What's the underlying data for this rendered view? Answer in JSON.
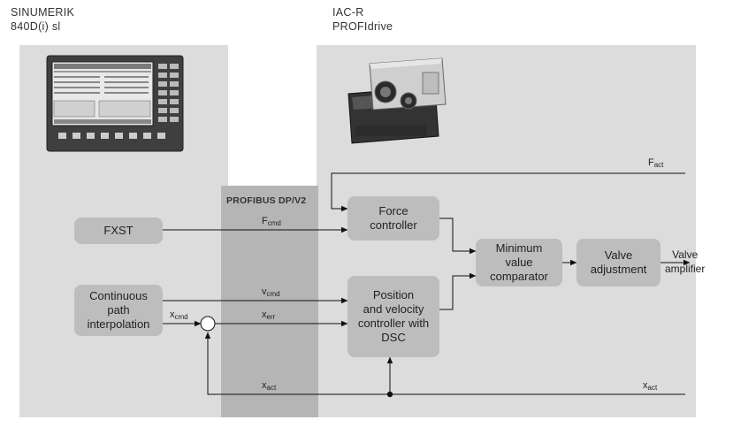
{
  "header_left": {
    "line1": "SINUMERIK",
    "line2": "840D(i) sl"
  },
  "header_right": {
    "line1": "IAC-R",
    "line2": "PROFIdrive"
  },
  "bus_label": "PROFIBUS DP/V2",
  "blocks": {
    "fxst": "FXST",
    "interp_l1": "Continuous",
    "interp_l2": "path",
    "interp_l3": "interpolation",
    "force_l1": "Force",
    "force_l2": "controller",
    "pos_l1": "Position",
    "pos_l2": "and velocity",
    "pos_l3": "controller with",
    "pos_l4": "DSC",
    "min_l1": "Minimum",
    "min_l2": "value",
    "min_l3": "comparator",
    "valve_l1": "Valve",
    "valve_l2": "adjustment"
  },
  "signals": {
    "f_act": "F",
    "f_act_sub": "act",
    "f_cmd": "F",
    "f_cmd_sub": "cmd",
    "v_cmd": "v",
    "v_cmd_sub": "cmd",
    "x_cmd": "x",
    "x_cmd_sub": "cmd",
    "x_err": "x",
    "x_err_sub": "err",
    "x_act_left": "x",
    "x_act_left_sub": "act",
    "x_act_right": "x",
    "x_act_right_sub": "act",
    "valve_out_l1": "Valve",
    "valve_out_l2": "amplifier"
  }
}
